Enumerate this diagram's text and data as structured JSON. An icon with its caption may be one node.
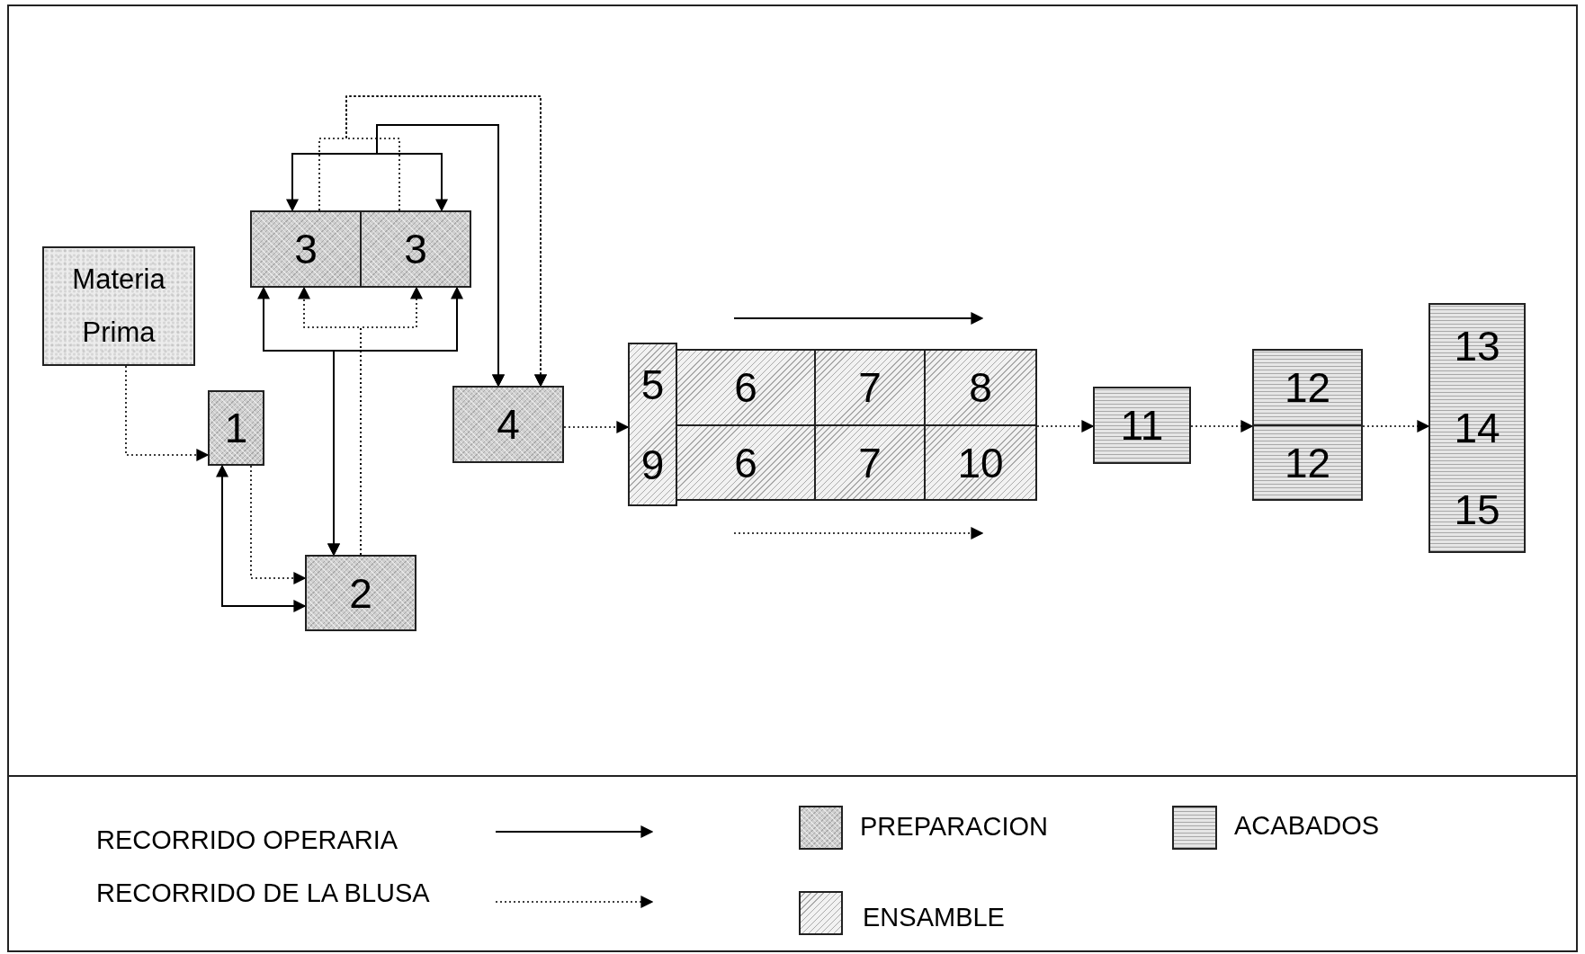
{
  "diagram": {
    "nodes": [
      {
        "text": [
          "Materia Prima"
        ]
      },
      {
        "text": [
          "1"
        ]
      },
      {
        "text": [
          "2"
        ]
      },
      {
        "text": [
          "3"
        ]
      },
      {
        "text": [
          "3"
        ]
      },
      {
        "text": [
          "4"
        ]
      },
      {
        "text": [
          "5",
          "9"
        ]
      },
      {
        "text": [
          "6"
        ]
      },
      {
        "text": [
          "7"
        ]
      },
      {
        "text": [
          "8"
        ]
      },
      {
        "text": [
          "6"
        ]
      },
      {
        "text": [
          "7"
        ]
      },
      {
        "text": [
          "10"
        ]
      },
      {
        "text": [
          "11"
        ]
      },
      {
        "text": [
          "12"
        ]
      },
      {
        "text": [
          "12"
        ]
      },
      {
        "text": [
          "13",
          "14",
          "15"
        ]
      }
    ],
    "edges": [
      {
        "from": 0,
        "to": 1,
        "arrow": "to",
        "style": "dashed"
      },
      {
        "from": 1,
        "to": 2,
        "arrow": "to",
        "style": "dashed"
      },
      {
        "from": 1,
        "to": 2,
        "arrow": "both"
      },
      {
        "from": 2,
        "to": 3,
        "arrow": "both"
      },
      {
        "from": 2,
        "to": 4,
        "arrow": "both"
      },
      {
        "from": 2,
        "to": 3,
        "arrow": "to",
        "style": "dashed"
      },
      {
        "from": 2,
        "to": 4,
        "arrow": "to",
        "style": "dashed"
      },
      {
        "from": 3,
        "to": 5,
        "arrow": "both"
      },
      {
        "from": 4,
        "to": 5,
        "arrow": "both"
      },
      {
        "from": 3,
        "to": 5,
        "arrow": "to",
        "style": "dashed"
      },
      {
        "from": 4,
        "to": 5,
        "arrow": "to",
        "style": "dashed"
      },
      {
        "from": 5,
        "to": 6,
        "arrow": "to",
        "style": "dashed"
      },
      {
        "from": 12,
        "to": 13,
        "arrow": "to",
        "style": "dashed"
      },
      {
        "from": 13,
        "to": 14,
        "arrow": "to",
        "style": "dashed"
      },
      {
        "from": 14,
        "to": 16,
        "arrow": "to",
        "style": "dashed"
      }
    ],
    "legend": [
      {
        "text": "RECORRIDO OPERARIA"
      },
      {
        "text": "RECORRIDO DE LA BLUSA"
      },
      {
        "text": "PREPARACION"
      },
      {
        "text": "ENSAMBLE"
      },
      {
        "text": "ACABADOS"
      }
    ]
  }
}
